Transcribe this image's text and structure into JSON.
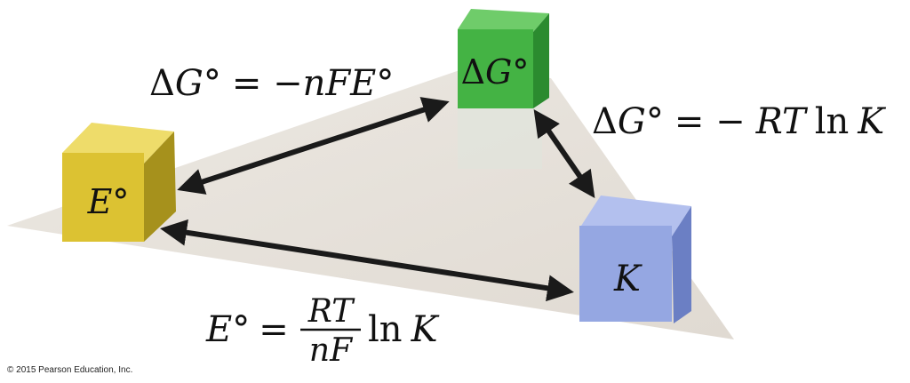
{
  "colors": {
    "plane": "#e6e1da",
    "cube_delta_g": "#3fae3f",
    "cube_e": "#e2c838",
    "cube_k": "#8c9ed8",
    "arrow": "#1a1a1a"
  },
  "nodes": {
    "delta_g": {
      "symbol": "Δ",
      "variable": "G",
      "superscript": "°"
    },
    "e": {
      "variable": "E",
      "superscript": "°"
    },
    "k": {
      "variable": "K"
    }
  },
  "equations": {
    "e_to_delta_g": {
      "lhs_symbol": "Δ",
      "lhs_var": "G",
      "lhs_sup": "°",
      "rhs": "= −",
      "rhs_vars": "nFE",
      "rhs_sup": "°"
    },
    "delta_g_to_k": {
      "lhs_symbol": "Δ",
      "lhs_var": "G",
      "lhs_sup": "°",
      "rhs": "= −",
      "rhs_var1": "RT",
      "rhs_fn": "ln",
      "rhs_var2": "K"
    },
    "e_to_k": {
      "lhs_var": "E",
      "lhs_sup": "°",
      "equals": "=",
      "numerator": "RT",
      "denominator": "nF",
      "fn": "ln",
      "var": "K"
    }
  },
  "footer": {
    "copyright": "© 2015 Pearson Education, Inc."
  }
}
